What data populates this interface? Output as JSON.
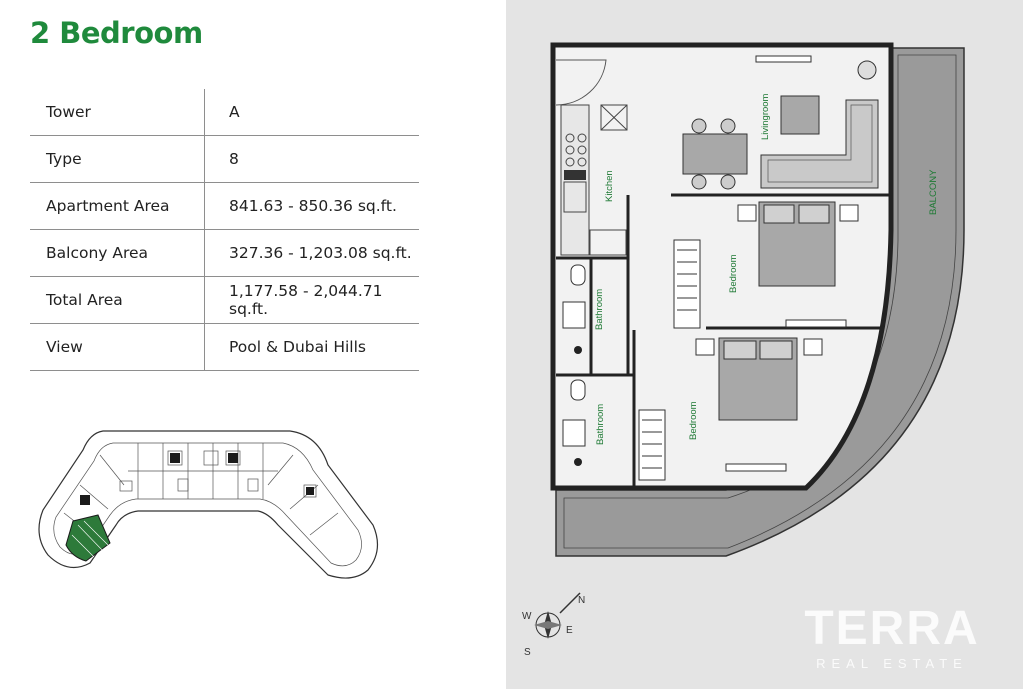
{
  "title": "2 Bedroom",
  "specs": [
    {
      "label": "Tower",
      "value": "A"
    },
    {
      "label": "Type",
      "value": "8"
    },
    {
      "label": "Apartment Area",
      "value": "841.63 - 850.36 sq.ft."
    },
    {
      "label": "Balcony Area",
      "value": "327.36 - 1,203.08 sq.ft."
    },
    {
      "label": "Total Area",
      "value": "1,177.58 - 2,044.71 sq.ft."
    },
    {
      "label": "View",
      "value": "Pool & Dubai Hills"
    }
  ],
  "rooms": {
    "livingroom": "Livingroom",
    "kitchen": "Kitchen",
    "bedroom": "Bedroom",
    "bathroom": "Bathroom",
    "balcony": "BALCONY"
  },
  "compass": {
    "n": "N",
    "s": "S",
    "e": "E",
    "w": "W"
  },
  "logo": {
    "name": "TERRA",
    "tagline": "REAL ESTATE"
  },
  "colors": {
    "accent": "#1f8a3c",
    "plan_bg": "#e4e4e4",
    "balcony": "#9a9a9a",
    "highlight": "#2d7a3a"
  }
}
